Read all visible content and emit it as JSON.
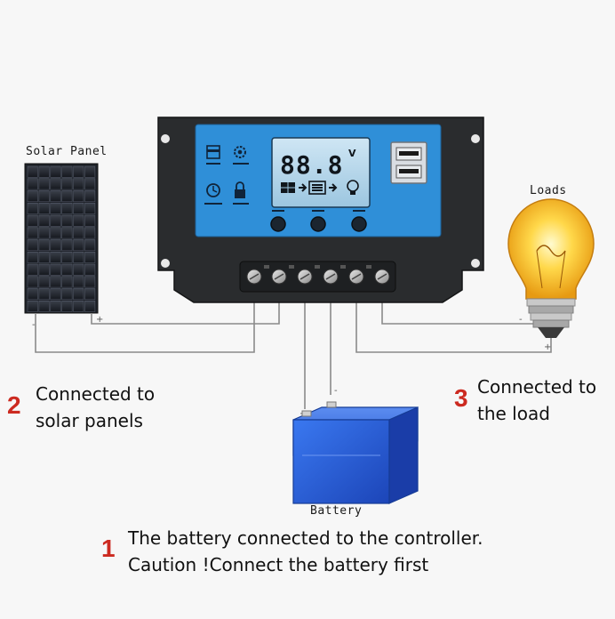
{
  "labels": {
    "solar_panel": "Solar Panel",
    "loads": "Loads",
    "battery": "Battery"
  },
  "steps": [
    {
      "number": "1",
      "lines": [
        "The battery connected to the controller.",
        "Caution !Connect the battery first"
      ]
    },
    {
      "number": "2",
      "lines": [
        "Connected to",
        "solar panels"
      ]
    },
    {
      "number": "3",
      "lines": [
        "Connected to",
        "the load"
      ]
    }
  ],
  "lcd": {
    "digits": "88.8",
    "unit": "V"
  },
  "colors": {
    "step_number": "#cc2a20",
    "controller_body": "#2a2c2e",
    "controller_panel": "#2f8fd8",
    "battery": "#2b66d9",
    "wire": "#8a8a8a"
  }
}
